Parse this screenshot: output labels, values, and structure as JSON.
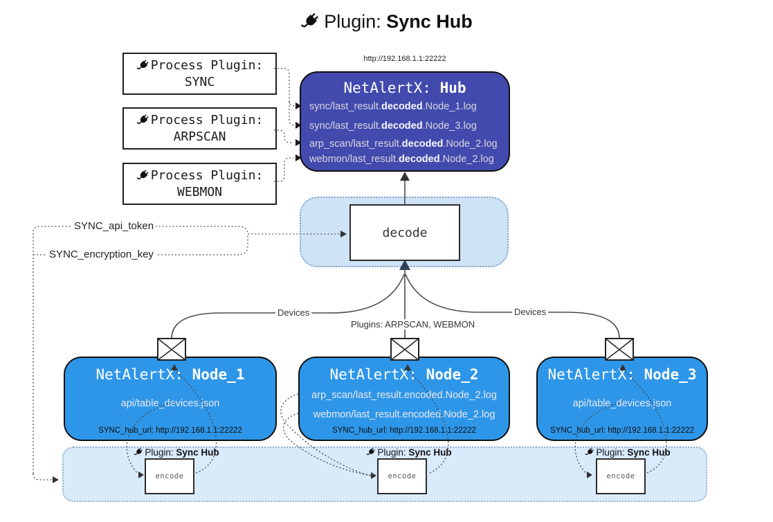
{
  "title": {
    "prefix": "Plugin:",
    "name": "Sync Hub"
  },
  "colors": {
    "hub_fill": "#424aae",
    "node_fill": "#2e96e8",
    "panel_fill": "#cfe3f7",
    "band_fill": "#d9eafb",
    "line": "#4a4a4a",
    "arrow_dark": "#2f4255"
  },
  "icons": {
    "plug": "🔌",
    "envelope": "✉"
  },
  "process_plugins": {
    "prefix": "Process Plugin:",
    "items": [
      "SYNC",
      "ARPSCAN",
      "WEBMON"
    ]
  },
  "hub": {
    "url_label": "http://192.168.1.1:22222",
    "title_prefix": "NetAlertX:",
    "title_name": "Hub",
    "logs": [
      {
        "pre": "sync/last_result.",
        "bold": "decoded",
        "post": ".Node_1.log"
      },
      {
        "pre": "sync/last_result.",
        "bold": "decoded",
        "post": ".Node_3.log"
      },
      {
        "pre": "arp_scan/last_result.",
        "bold": "decoded",
        "post": ".Node_2.log"
      },
      {
        "pre": "webmon/last_result.",
        "bold": "decoded",
        "post": ".Node_2.log"
      }
    ]
  },
  "decode": {
    "label": "decode"
  },
  "tokens": {
    "api_token": "SYNC_api_token",
    "encryption_key": "SYNC_encryption_key"
  },
  "edges": {
    "left_label": "Devices",
    "middle_label": "Plugins: ARPSCAN, WEBMON",
    "right_label": "Devices"
  },
  "nodes": [
    {
      "title_prefix": "NetAlertX:",
      "title_name": "Node_1",
      "files": [
        "api/table_devices.json"
      ],
      "hub_url": "SYNC_hub_url: http://192.168.1.1:22222"
    },
    {
      "title_prefix": "NetAlertX:",
      "title_name": "Node_2",
      "files": [
        "arp_scan/last_result.encoded.Node_2.log",
        "webmon/last_result.encoded.Node_2.log"
      ],
      "hub_url": "SYNC_hub_url: http://192.168.1.1:22222"
    },
    {
      "title_prefix": "NetAlertX:",
      "title_name": "Node_3",
      "files": [
        "api/table_devices.json"
      ],
      "hub_url": "SYNC_hub_url: http://192.168.1.1:22222"
    }
  ],
  "encoders": [
    {
      "label_prefix": "Plugin:",
      "label_name": "Sync Hub",
      "encode_label": "encode"
    },
    {
      "label_prefix": "Plugin:",
      "label_name": "Sync Hub",
      "encode_label": "encode"
    },
    {
      "label_prefix": "Plugin:",
      "label_name": "Sync Hub",
      "encode_label": "encode"
    }
  ]
}
